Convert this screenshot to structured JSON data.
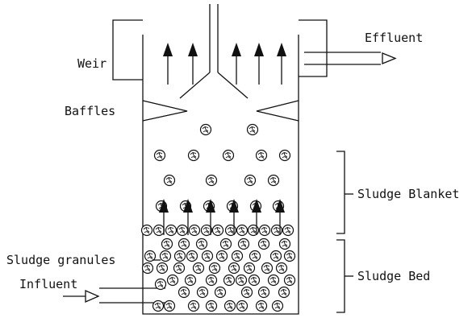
{
  "labels": {
    "weir": "Weir",
    "baffles": "Baffles",
    "effluent": "Effluent",
    "sludge_granules": "Sludge granules",
    "influent": "Influent",
    "sludge_blanket": "Sludge Blanket",
    "sludge_bed": "Sludge Bed"
  },
  "colors": {
    "line": "#111111",
    "background": "#ffffff"
  },
  "icons": {
    "granule": "granule-icon",
    "flow_arrow": "arrow-up-icon"
  }
}
